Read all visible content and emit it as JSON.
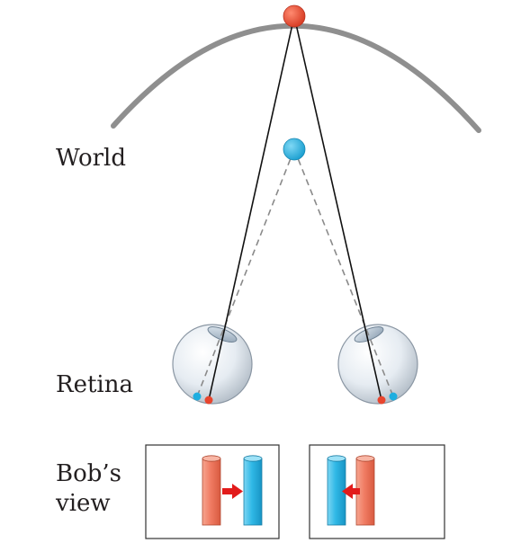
{
  "labels": {
    "world": "World",
    "retina": "Retina",
    "bobs_view_line1": "Bob’s",
    "bobs_view_line2": "view"
  },
  "colors": {
    "far_object": "#e8452e",
    "near_object": "#1eaee0",
    "horopter_arc": "#8f8f8f",
    "eyeball": "#e9eef3",
    "solid_line": "#111111",
    "dashed_line": "#8a8a8a",
    "arrow": "#e21b1b",
    "red_bar": "#f07c63",
    "blue_bar": "#2fb8e6"
  },
  "icons": {
    "far_object": "red-dot-icon",
    "near_object": "blue-dot-icon",
    "eye": "eyeball-icon",
    "shift_arrow": "arrow-icon"
  }
}
